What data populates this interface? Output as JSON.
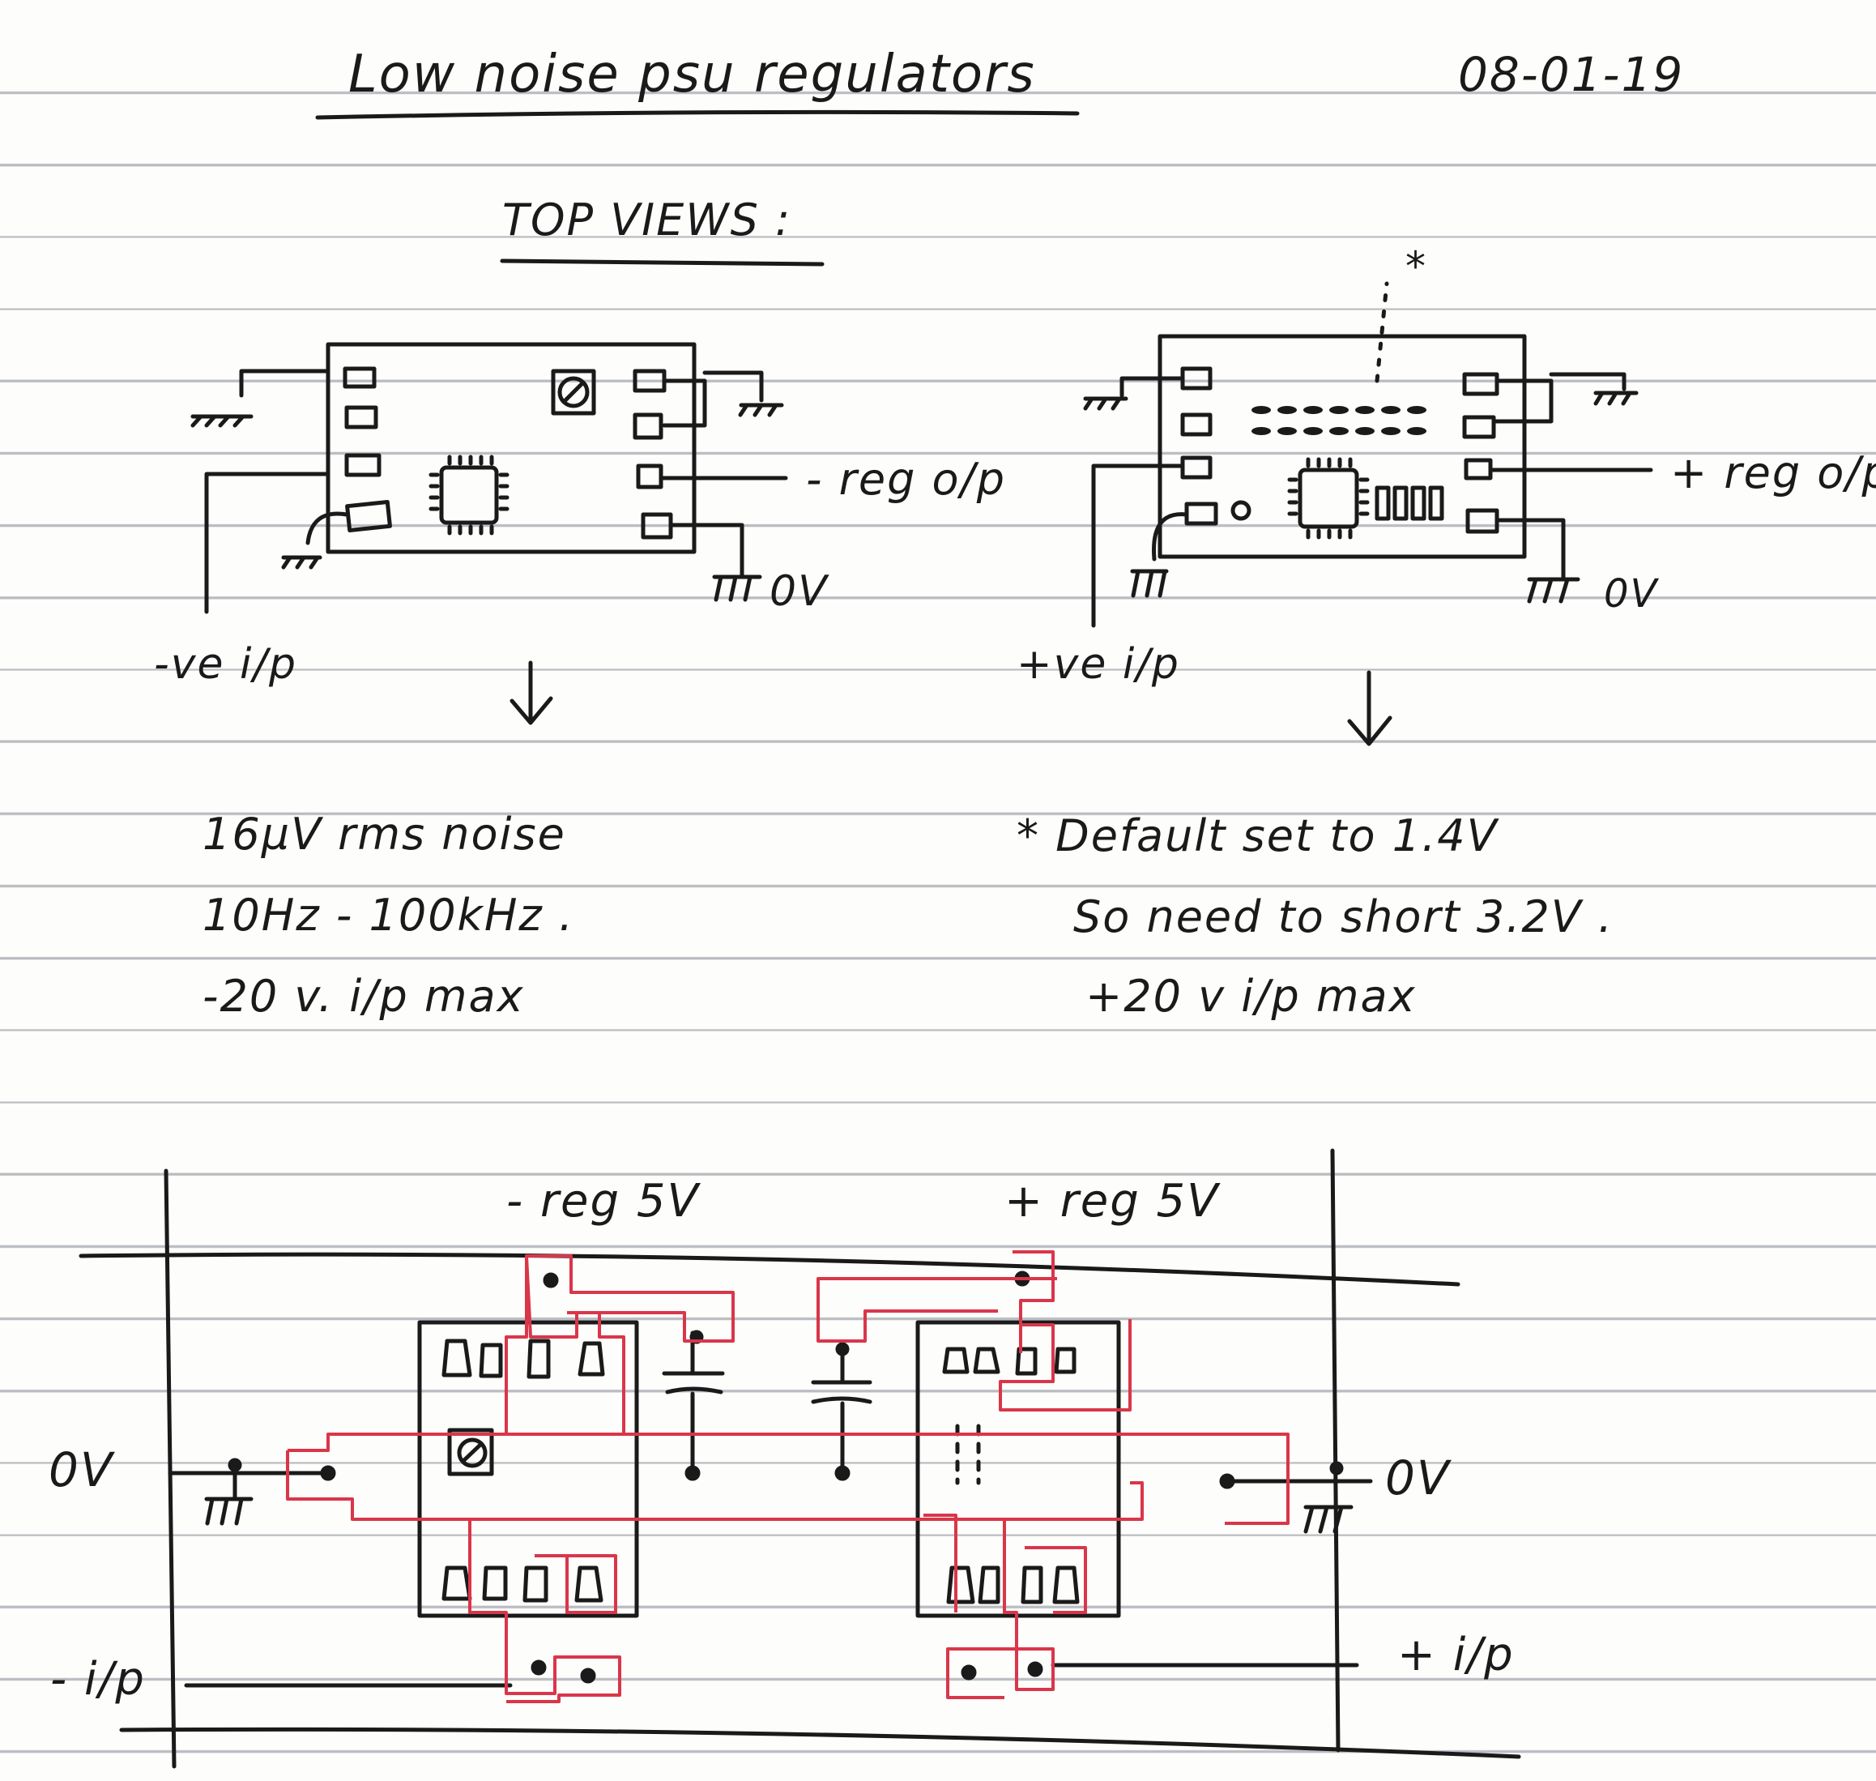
{
  "page": {
    "title": "Low noise psu regulators",
    "date": "08-01-19",
    "section_heading": "TOP VIEWS :"
  },
  "left_board": {
    "output_label": "- reg o/p",
    "ground_label": "0V",
    "input_label": "-ve i/p"
  },
  "right_board": {
    "output_label": "+ reg o/p",
    "ground_label": "0V",
    "input_label": "+ve i/p",
    "note_marker": "*"
  },
  "left_notes": {
    "line1": "16µV rms noise",
    "line2": "10Hz - 100kHz .",
    "line3": "-20 v. i/p max"
  },
  "right_notes": {
    "line1": "* Default set to 1.4V",
    "line2": "So need to short 3.2V .",
    "line3": "+20 v i/p max"
  },
  "layout_sketch": {
    "neg_reg_label": "- reg 5V",
    "pos_reg_label": "+ reg 5V",
    "left_ground_label": "0V",
    "right_ground_label": "0V",
    "neg_input_label": "- i/p",
    "pos_input_label": "+ i/p"
  },
  "colors": {
    "ink": "#1a1a1a",
    "red_trace": "#d9364a",
    "paper": "#fdfdfb",
    "rule": "#b9bcc0"
  }
}
